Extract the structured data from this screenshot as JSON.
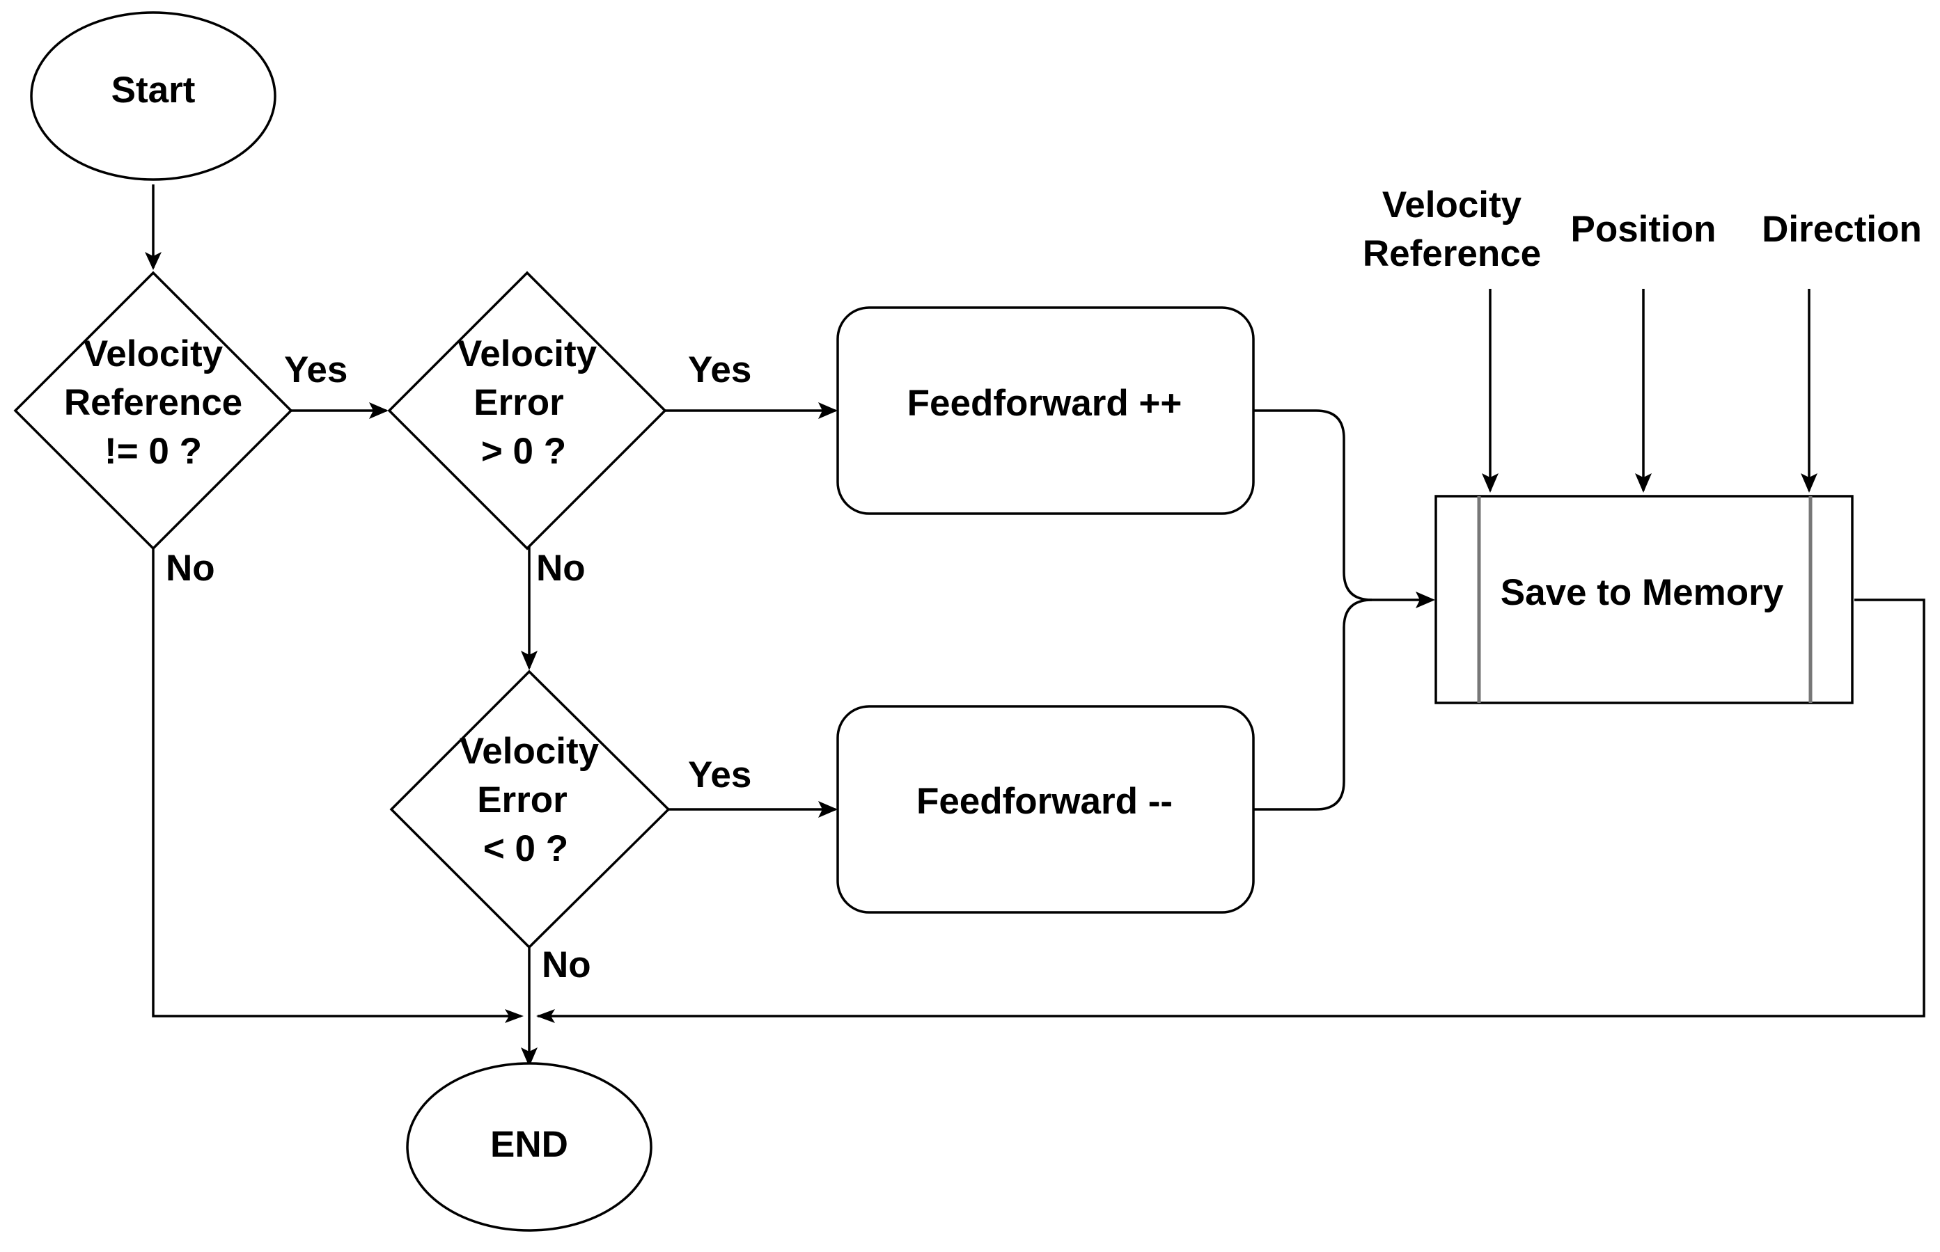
{
  "nodes": {
    "start": "Start",
    "end": "END",
    "decision_vel_ref": [
      "Velocity",
      "Reference",
      "!= 0 ?"
    ],
    "decision_err_pos": [
      "Velocity",
      "Error",
      "> 0 ?"
    ],
    "decision_err_neg": [
      "Velocity",
      "Error",
      "< 0 ?"
    ],
    "ff_plus": "Feedforward ++",
    "ff_minus": "Feedforward --",
    "save": "Save to Memory"
  },
  "inputs": {
    "velocity_reference": [
      "Velocity",
      "Reference"
    ],
    "position": "Position",
    "direction": "Direction"
  },
  "edge_labels": {
    "yes_1": "Yes",
    "yes_2": "Yes",
    "yes_3": "Yes",
    "no_1": "No",
    "no_2": "No",
    "no_3": "No"
  }
}
